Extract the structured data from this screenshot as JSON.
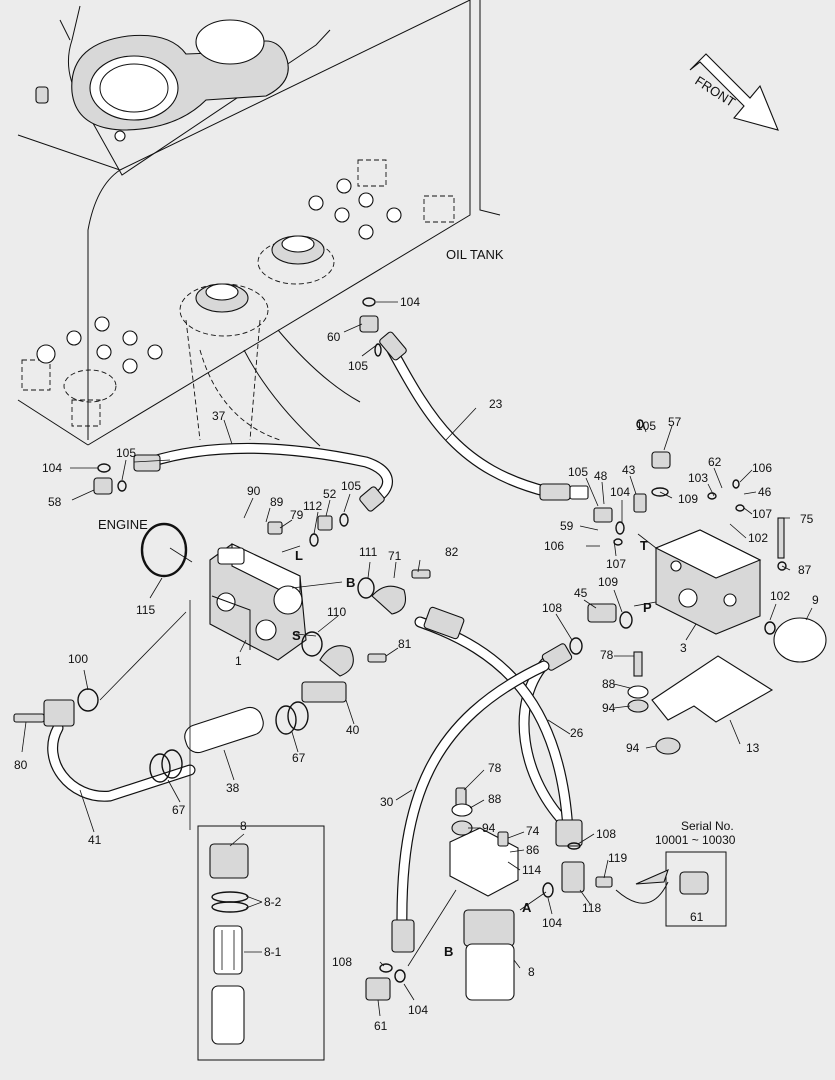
{
  "title_labels": {
    "oil_tank": "OIL TANK",
    "engine": "ENGINE",
    "front": "FRONT",
    "serial_line1": "Serial No.",
    "serial_line2": "10001 ~ 10030"
  },
  "port_labels": {
    "L": "L",
    "B_pump": "B",
    "S": "S",
    "T": "T",
    "P": "P",
    "A_filter": "A",
    "B_filter": "B"
  },
  "callouts": {
    "c104a": "104",
    "c60": "60",
    "c105a": "105",
    "c23": "23",
    "c37": "37",
    "c104b": "104",
    "c105b": "105",
    "c58": "58",
    "c90": "90",
    "c89": "89",
    "c79": "79",
    "c52": "52",
    "c112": "112",
    "c105c": "105",
    "c115": "115",
    "c111": "111",
    "c71": "71",
    "c82": "82",
    "c110": "110",
    "c81": "81",
    "c1": "1",
    "c100": "100",
    "c80": "80",
    "c41": "41",
    "c67a": "67",
    "c38": "38",
    "c67b": "67",
    "c40": "40",
    "c105d": "105",
    "c57": "57",
    "c105e": "105",
    "c48": "48",
    "c43": "43",
    "c104c": "104",
    "c109a": "109",
    "c62": "62",
    "c106a": "106",
    "c103": "103",
    "c46": "46",
    "c107a": "107",
    "c75": "75",
    "c59": "59",
    "c102a": "102",
    "c106b": "106",
    "c107b": "107",
    "c87": "87",
    "c108a": "108",
    "c45": "45",
    "c109b": "109",
    "c102b": "102",
    "c9": "9",
    "c3": "3",
    "c78a": "78",
    "c88a": "88",
    "c94a": "94",
    "c94b": "94",
    "c13": "13",
    "c26": "26",
    "c30": "30",
    "c78b": "78",
    "c88b": "88",
    "c94c": "94",
    "c74": "74",
    "c86": "86",
    "c108b": "108",
    "c114": "114",
    "c119": "119",
    "c118": "118",
    "c104d": "104",
    "c8a": "8",
    "c8_2": "8-2",
    "c8_1": "8-1",
    "c108c": "108",
    "c104e": "104",
    "c61a": "61",
    "c8b": "8",
    "c61b": "61"
  }
}
